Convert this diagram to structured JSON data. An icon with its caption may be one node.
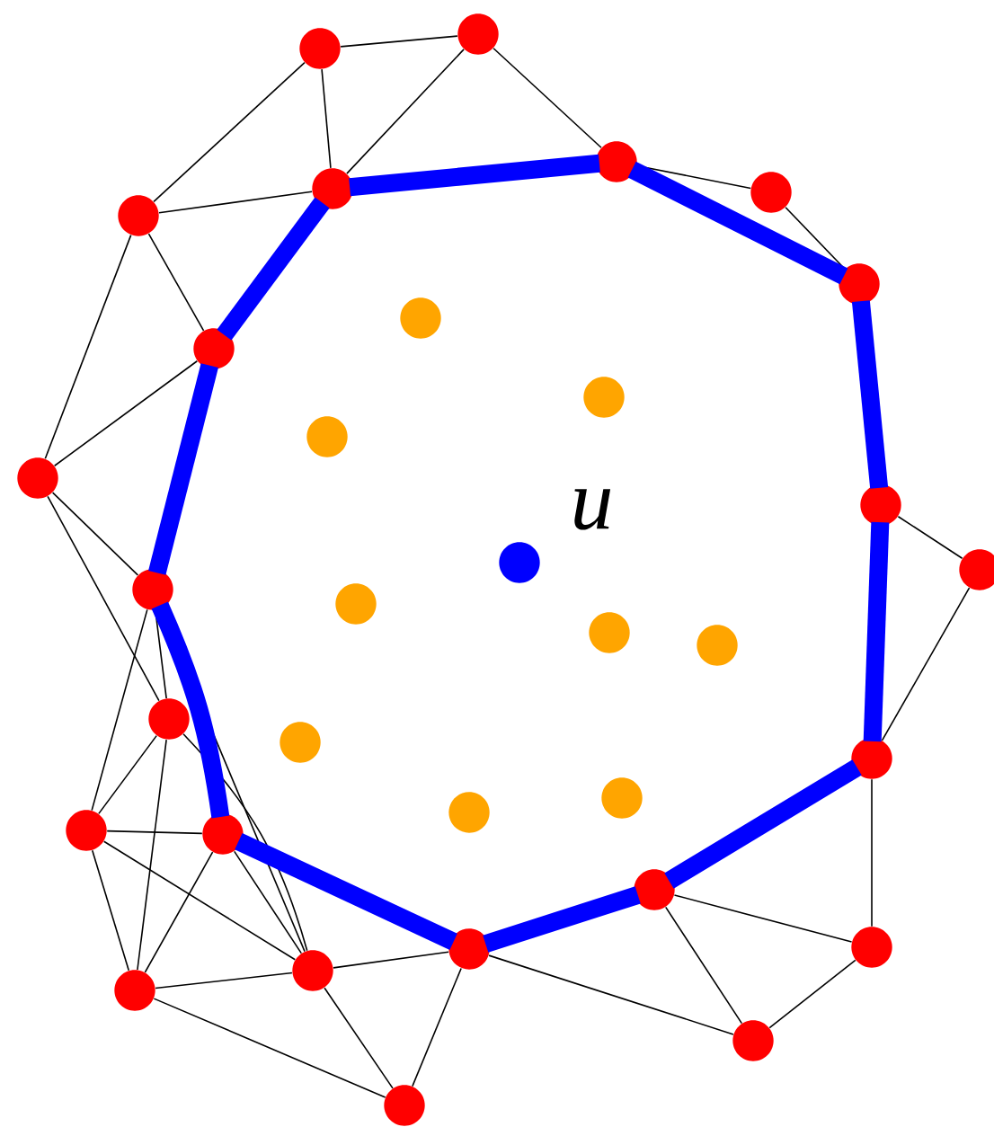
{
  "diagram": {
    "nodes": [
      {
        "text": [],
        "shape": "circle"
      },
      {
        "text": [],
        "shape": "circle"
      },
      {
        "text": [],
        "shape": "circle"
      },
      {
        "text": [],
        "shape": "circle"
      },
      {
        "text": [],
        "shape": "circle"
      },
      {
        "text": [],
        "shape": "circle"
      },
      {
        "text": [],
        "shape": "circle"
      },
      {
        "text": [],
        "shape": "circle"
      },
      {
        "text": [],
        "shape": "circle"
      },
      {
        "text": [],
        "shape": "circle"
      },
      {
        "text": [],
        "shape": "circle"
      },
      {
        "text": [],
        "shape": "circle"
      },
      {
        "text": [],
        "shape": "circle"
      },
      {
        "text": [],
        "shape": "circle",
        "beside": [
          "u"
        ]
      },
      {
        "text": [],
        "shape": "circle"
      },
      {
        "text": [],
        "shape": "circle"
      },
      {
        "text": [],
        "shape": "circle"
      },
      {
        "text": [],
        "shape": "circle"
      },
      {
        "text": [],
        "shape": "circle"
      },
      {
        "text": [],
        "shape": "circle"
      },
      {
        "text": [],
        "shape": "circle"
      },
      {
        "text": [],
        "shape": "circle"
      },
      {
        "text": [],
        "shape": "circle"
      },
      {
        "text": [],
        "shape": "circle"
      },
      {
        "text": [],
        "shape": "circle"
      },
      {
        "text": [],
        "shape": "circle"
      },
      {
        "text": [],
        "shape": "circle"
      },
      {
        "text": [],
        "shape": "circle"
      },
      {
        "text": [],
        "shape": "circle"
      },
      {
        "text": [],
        "shape": "circle"
      },
      {
        "text": [],
        "shape": "circle"
      },
      {
        "text": [],
        "shape": "circle"
      },
      {
        "text": [],
        "shape": "circle"
      }
    ],
    "edges": [
      {
        "from": 1,
        "to": 0,
        "arrow": "none"
      },
      {
        "from": 1,
        "to": 5,
        "arrow": "none"
      },
      {
        "from": 1,
        "to": 3,
        "arrow": "none"
      },
      {
        "from": 0,
        "to": 3,
        "arrow": "none"
      },
      {
        "from": 0,
        "to": 2,
        "arrow": "none"
      },
      {
        "from": 5,
        "to": 3,
        "arrow": "none"
      },
      {
        "from": 5,
        "to": 8,
        "arrow": "none"
      },
      {
        "from": 5,
        "to": 11,
        "arrow": "none"
      },
      {
        "from": 8,
        "to": 11,
        "arrow": "none"
      },
      {
        "from": 2,
        "to": 4,
        "arrow": "none"
      },
      {
        "from": 4,
        "to": 6,
        "arrow": "none"
      },
      {
        "from": 12,
        "to": 14,
        "arrow": "none"
      },
      {
        "from": 14,
        "to": 21,
        "arrow": "none"
      },
      {
        "from": 21,
        "to": 27,
        "arrow": "none"
      },
      {
        "from": 26,
        "to": 27,
        "arrow": "none"
      },
      {
        "from": 26,
        "to": 31,
        "arrow": "none"
      },
      {
        "from": 27,
        "to": 31,
        "arrow": "none"
      },
      {
        "from": 28,
        "to": 31,
        "arrow": "none"
      },
      {
        "from": 28,
        "to": 29,
        "arrow": "none"
      },
      {
        "from": 28,
        "to": 32,
        "arrow": "none"
      },
      {
        "from": 29,
        "to": 32,
        "arrow": "none"
      },
      {
        "from": 30,
        "to": 32,
        "arrow": "none"
      },
      {
        "from": 30,
        "to": 29,
        "arrow": "none"
      },
      {
        "from": 25,
        "to": 29,
        "arrow": "none"
      },
      {
        "from": 24,
        "to": 29,
        "arrow": "none"
      },
      {
        "from": 24,
        "to": 25,
        "arrow": "none"
      },
      {
        "from": 24,
        "to": 30,
        "arrow": "none"
      },
      {
        "from": 25,
        "to": 30,
        "arrow": "none"
      },
      {
        "from": 19,
        "to": 24,
        "arrow": "none"
      },
      {
        "from": 19,
        "to": 30,
        "arrow": "none"
      },
      {
        "from": 19,
        "to": 29,
        "arrow": "none"
      },
      {
        "from": 15,
        "to": 19,
        "arrow": "none"
      },
      {
        "from": 15,
        "to": 24,
        "arrow": "none"
      },
      {
        "from": 11,
        "to": 15,
        "arrow": "none"
      },
      {
        "from": 11,
        "to": 19,
        "arrow": "none"
      },
      {
        "from": 15,
        "to": 29,
        "arrow": "none"
      },
      {
        "from": 3,
        "to": 2,
        "arrow": "none",
        "style": "thick",
        "color": "#0000ff"
      },
      {
        "from": 2,
        "to": 6,
        "arrow": "none",
        "style": "thick",
        "color": "#0000ff"
      },
      {
        "from": 6,
        "to": 12,
        "arrow": "none",
        "style": "thick",
        "color": "#0000ff"
      },
      {
        "from": 12,
        "to": 21,
        "arrow": "none",
        "style": "thick",
        "color": "#0000ff"
      },
      {
        "from": 21,
        "to": 26,
        "arrow": "none",
        "style": "thick",
        "color": "#0000ff"
      },
      {
        "from": 26,
        "to": 28,
        "arrow": "none",
        "style": "thick",
        "color": "#0000ff"
      },
      {
        "from": 28,
        "to": 25,
        "arrow": "none",
        "style": "thick",
        "color": "#0000ff"
      },
      {
        "from": 25,
        "to": 15,
        "arrow": "none",
        "style": "thick",
        "color": "#0000ff"
      },
      {
        "from": 15,
        "to": 8,
        "arrow": "none",
        "style": "thick",
        "color": "#0000ff"
      },
      {
        "from": 8,
        "to": 3,
        "arrow": "none",
        "style": "thick",
        "color": "#0000ff"
      }
    ]
  }
}
